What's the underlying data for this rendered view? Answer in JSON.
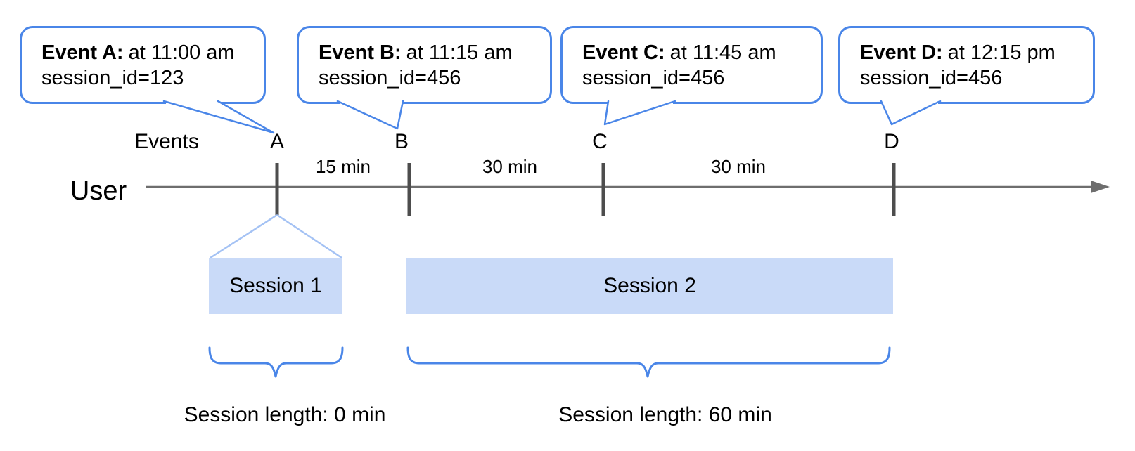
{
  "callouts": [
    {
      "event": "A",
      "label": "Event A:",
      "time_text": "at 11:00 am",
      "session_text": "session_id=123"
    },
    {
      "event": "B",
      "label": "Event B:",
      "time_text": "at 11:15 am",
      "session_text": "session_id=456"
    },
    {
      "event": "C",
      "label": "Event C:",
      "time_text": "at 11:45 am",
      "session_text": "session_id=456"
    },
    {
      "event": "D",
      "label": "Event D:",
      "time_text": "at 12:15 pm",
      "session_text": "session_id=456"
    }
  ],
  "timeline": {
    "row_label": "Events",
    "axis_label": "User",
    "event_marks": [
      "A",
      "B",
      "C",
      "D"
    ],
    "intervals": [
      "15 min",
      "30 min",
      "30 min"
    ]
  },
  "sessions": [
    {
      "name": "Session 1",
      "length": "Session length: 0 min"
    },
    {
      "name": "Session 2",
      "length": "Session length: 60 min"
    }
  ],
  "colors": {
    "callout_border": "#4a86e8",
    "brace": "#4a86e8",
    "funnel": "#a4c2f4",
    "session_fill": "#c9daf8",
    "axis_line": "#6e6e6e",
    "tick": "#4d4d4d",
    "text": "#000000"
  }
}
